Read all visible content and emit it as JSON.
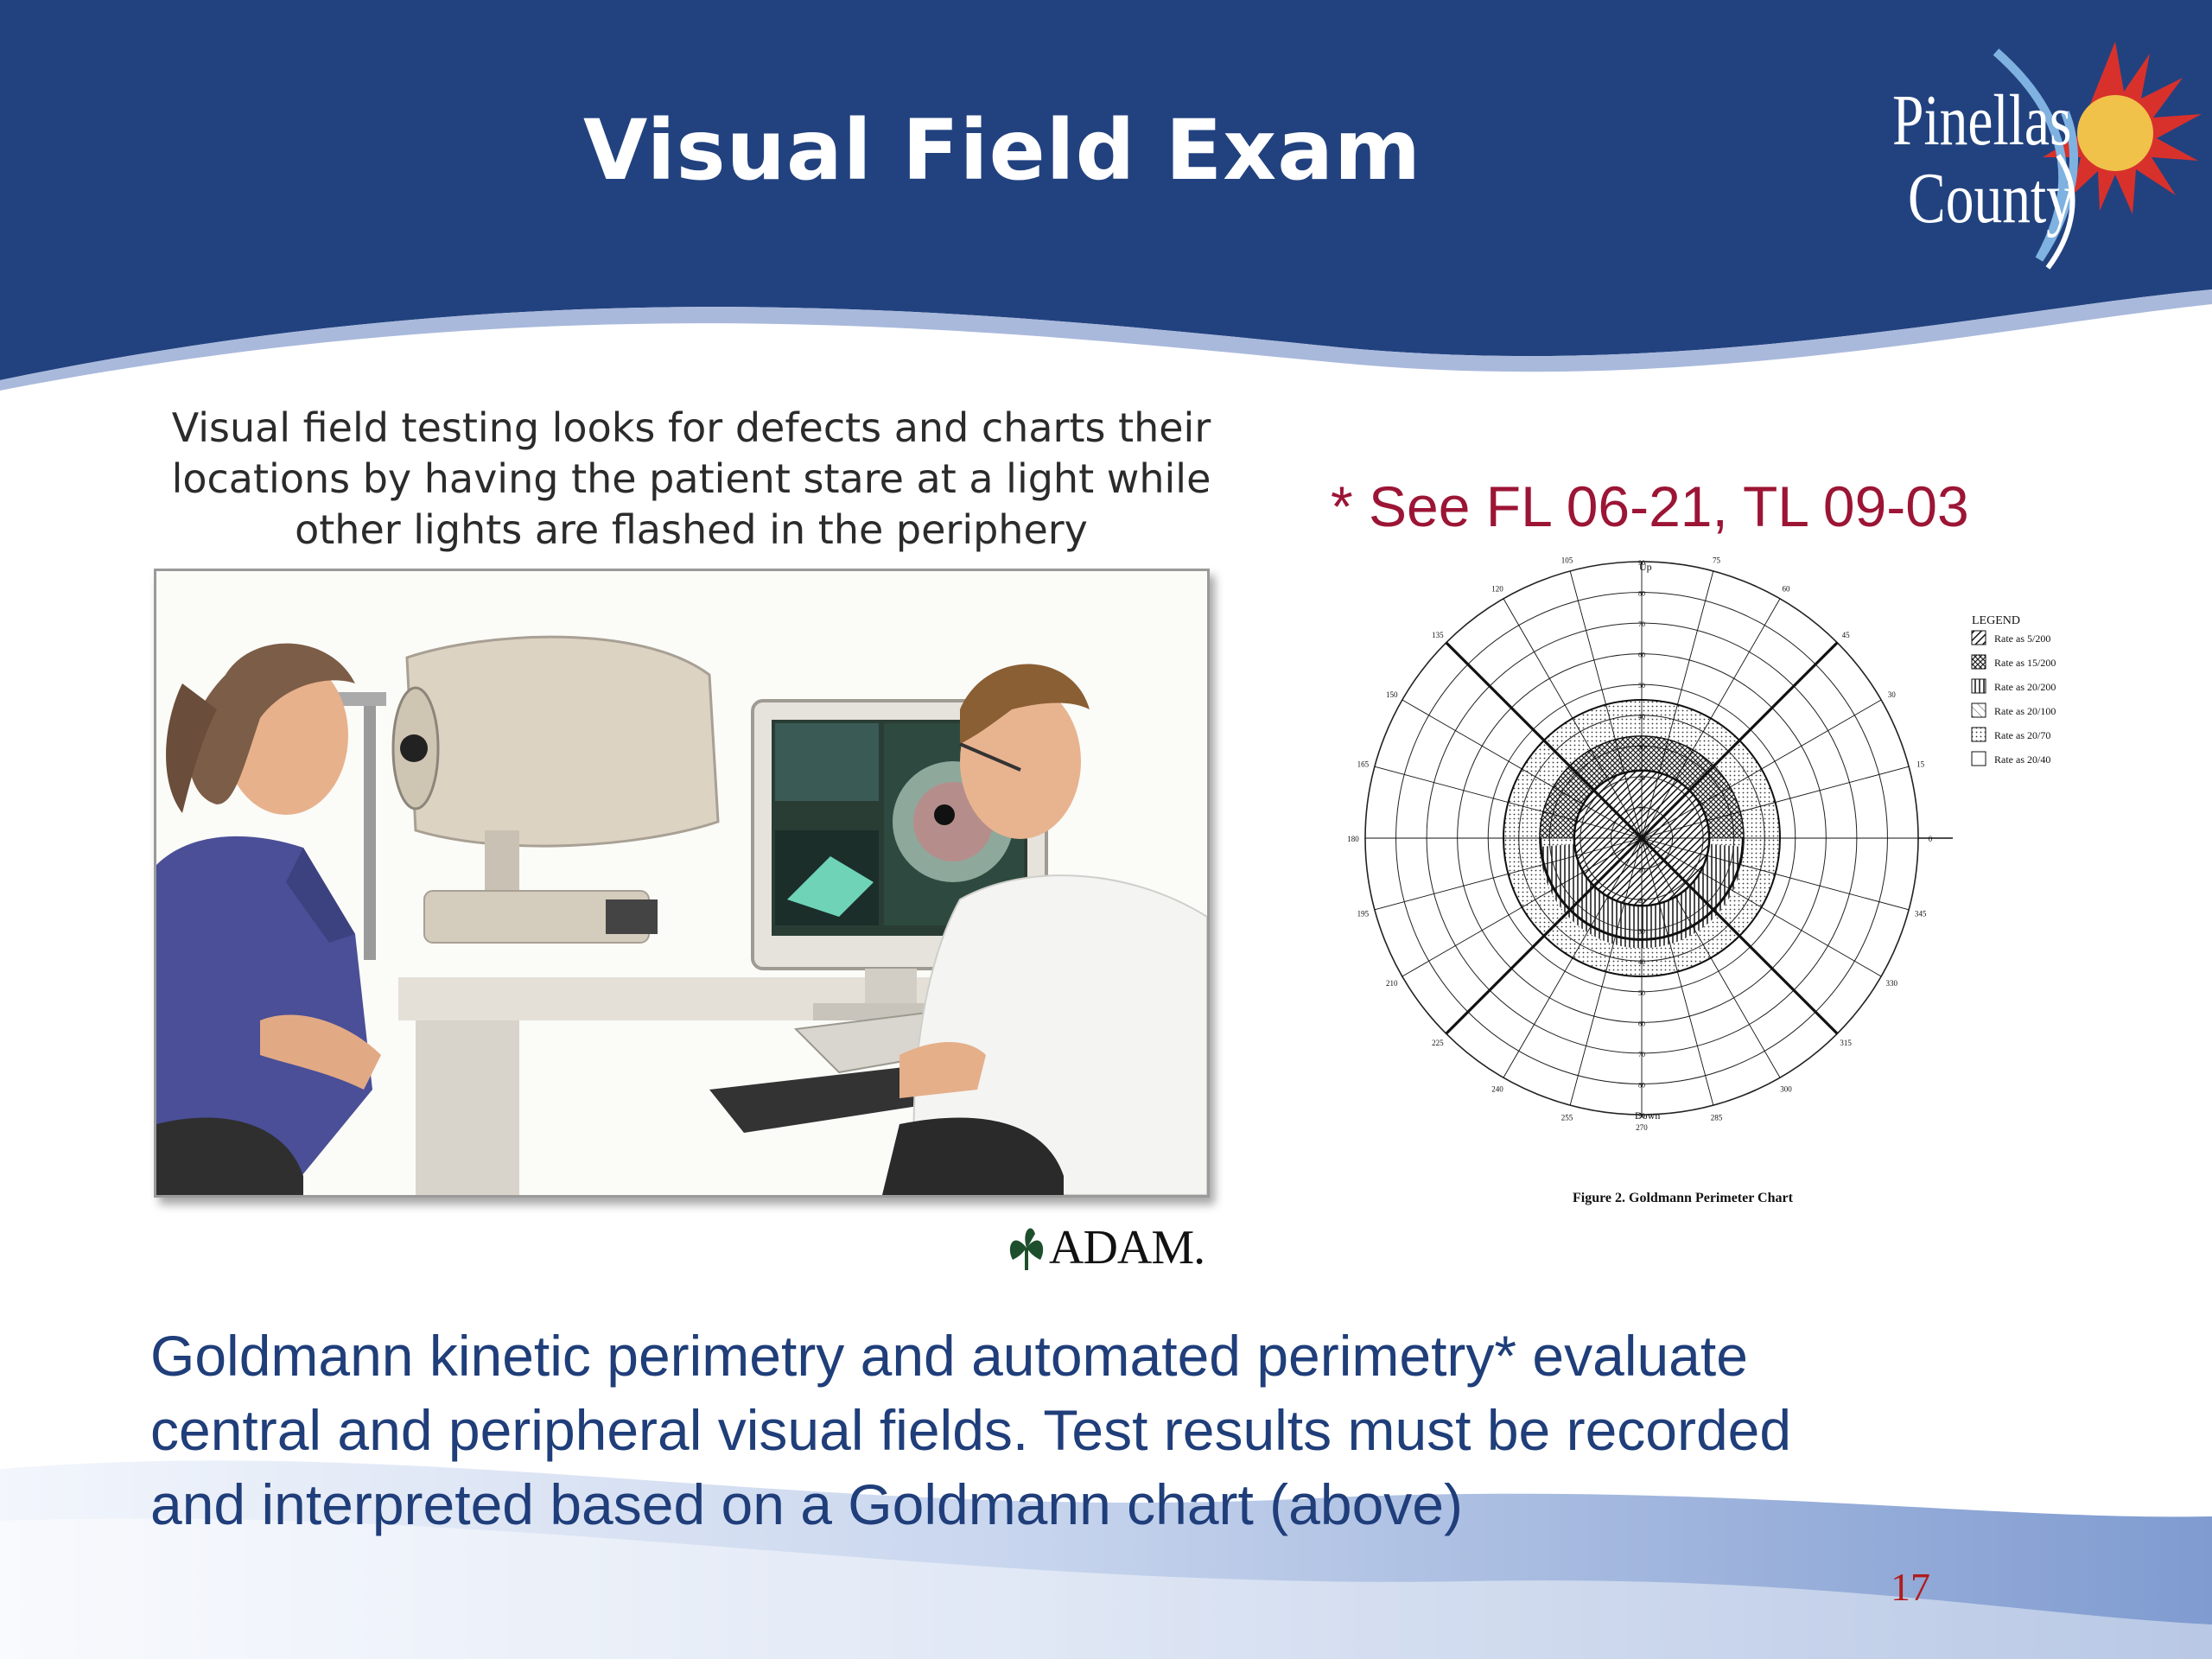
{
  "slide": {
    "title": "Visual Field Exam",
    "page_number": "17"
  },
  "logo": {
    "line1": "Pinellas",
    "line2": "County"
  },
  "figure_left": {
    "caption": "Visual field testing looks for defects and charts their locations by having the patient stare at a light while other lights are flashed in the periphery",
    "credit": "ADAM."
  },
  "reference_note": "* See FL 06-21, TL 09-03",
  "goldmann_chart": {
    "figure_caption": "Figure 2.  Goldmann Perimeter Chart",
    "up_label": "Up",
    "down_label": "Down",
    "legend_title": "LEGEND",
    "legend_items": [
      {
        "label": "Rate as 5/200",
        "pattern": "diagonal"
      },
      {
        "label": "Rate as 15/200",
        "pattern": "crosshatch"
      },
      {
        "label": "Rate as 20/200",
        "pattern": "vertical"
      },
      {
        "label": "Rate as 20/100",
        "pattern": "light-diagonal"
      },
      {
        "label": "Rate as 20/70",
        "pattern": "dots"
      },
      {
        "label": "Rate as 20/40",
        "pattern": "blank"
      }
    ],
    "angle_labels": [
      "0",
      "15",
      "30",
      "45",
      "60",
      "75",
      "90",
      "105",
      "120",
      "135",
      "150",
      "165",
      "180",
      "195",
      "210",
      "225",
      "240",
      "255",
      "270",
      "285",
      "300",
      "315",
      "330",
      "345"
    ],
    "radial_labels": [
      "10",
      "20",
      "30",
      "40",
      "50",
      "60",
      "70",
      "80",
      "90"
    ]
  },
  "body_text": "Goldmann kinetic perimetry and automated perimetry* evaluate central and peripheral visual fields. Test results must be recorded and interpreted based on a Goldmann chart (above)",
  "colors": {
    "header_blue": "#22427f",
    "reference_red": "#9c1535",
    "body_blue": "#1f3e7a",
    "page_number_red": "#b01c1c"
  }
}
